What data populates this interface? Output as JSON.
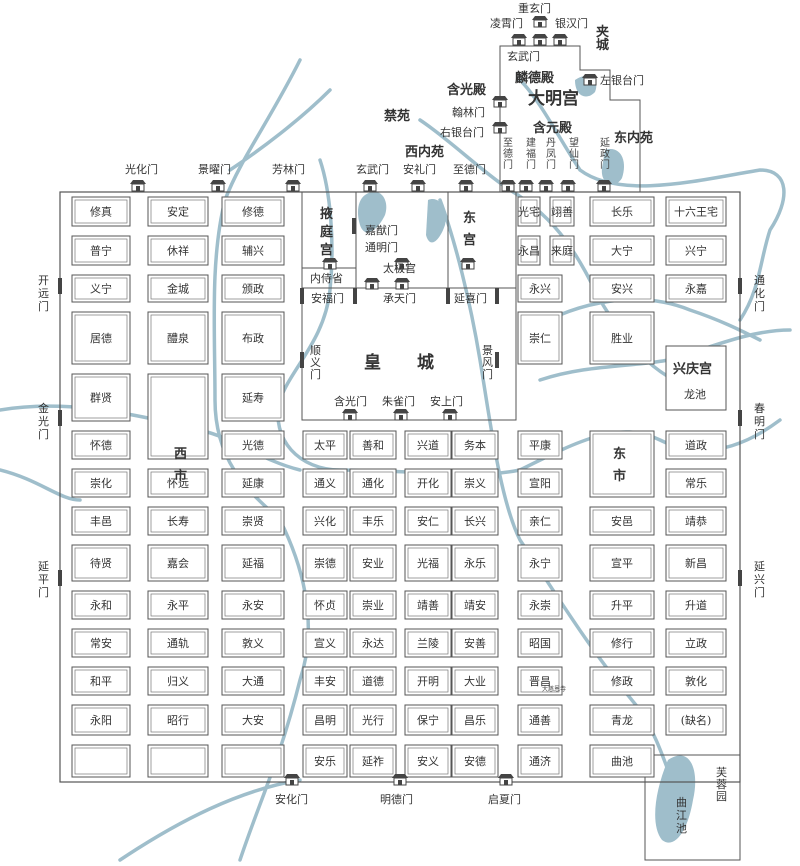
{
  "colors": {
    "water": "#9fbecb",
    "line": "#555555",
    "gate": "#444444"
  },
  "outer_gates": {
    "north": [
      "光化门",
      "景曜门",
      "芳林门",
      "玄武门",
      "安礼门",
      "至德门"
    ],
    "west": [
      "开远门",
      "金光门",
      "延平门"
    ],
    "east": [
      "通化门",
      "春明门",
      "延兴门"
    ],
    "south": [
      "安化门",
      "明德门",
      "启夏门"
    ]
  },
  "daming": {
    "title": "大明宫",
    "gates": [
      "重玄门",
      "凌霄门",
      "银汉门",
      "玄武门",
      "左银台门",
      "右银台门",
      "建福门",
      "丹凤门",
      "望仙门",
      "延政门"
    ],
    "halls": [
      "麟德殿",
      "含光殿",
      "翰林门",
      "含元殿"
    ],
    "jiacheng": "夹城",
    "dongneiyuan": "东内苑"
  },
  "areas": {
    "jinyuan": "禁苑",
    "xineiyuan": "西内苑",
    "yeting": "掖庭宫",
    "neishisheng": "内侍省",
    "donggong": "东宫",
    "taiji": "太极宫",
    "jiayou": "嘉猷门",
    "tongming": "通明门",
    "chengtian": "承天门",
    "anfu": "安福门",
    "yanxi": "延喜门",
    "huangcheng": "皇城",
    "shunyi": "顺义门",
    "jingfeng": "景风门",
    "hanguang": "含光门",
    "zhuque": "朱雀门",
    "anshang": "安上门",
    "xingqing": "兴庆宫",
    "longchi": "龙池",
    "xishi": "西市",
    "dongshi": "东市",
    "furong": "芙蓉园",
    "qujiangchi": "曲江池",
    "dacien": "大慈恩寺"
  },
  "wards": {
    "col1": [
      "修真",
      "普宁",
      "义宁",
      "居德",
      "群贤",
      "怀德",
      "崇化",
      "丰邑",
      "待贤",
      "永和",
      "常安",
      "和平",
      "永阳"
    ],
    "col2": [
      "安定",
      "休祥",
      "金城",
      "醴泉",
      "怀远",
      "长寿",
      "嘉会",
      "永平",
      "通轨",
      "归义",
      "昭行"
    ],
    "col3": [
      "修德",
      "辅兴",
      "颁政",
      "布政",
      "延寿",
      "光德",
      "延康",
      "崇贤",
      "延福",
      "永安",
      "敦义",
      "大通",
      "大安"
    ],
    "col4": [
      "太平",
      "通义",
      "兴化",
      "崇德",
      "怀贞",
      "宣义",
      "丰安",
      "昌明",
      "安乐"
    ],
    "col5": [
      "善和",
      "通化",
      "丰乐",
      "安业",
      "崇业",
      "永达",
      "道德",
      "光行",
      "延祚"
    ],
    "col6": [
      "兴道",
      "开化",
      "安仁",
      "光福",
      "靖善",
      "兰陵",
      "开明",
      "保宁",
      "安义"
    ],
    "col7": [
      "务本",
      "崇义",
      "长兴",
      "永乐",
      "靖安",
      "安善",
      "大业",
      "昌乐",
      "安德"
    ],
    "col8": [
      "光宅",
      "永昌",
      "永兴",
      "崇仁",
      "平康",
      "宣阳",
      "亲仁",
      "永宁",
      "永崇",
      "昭国",
      "晋昌",
      "通善",
      "通济"
    ],
    "col8b": [
      "翊善",
      "来庭"
    ],
    "col9": [
      "长乐",
      "大宁",
      "安兴",
      "胜业",
      "安邑",
      "宣平",
      "升平",
      "修行",
      "修政",
      "青龙",
      "曲池"
    ],
    "col10": [
      "十六王宅",
      "兴宁",
      "永嘉",
      "道政",
      "常乐",
      "靖恭",
      "新昌",
      "升道",
      "立政",
      "敦化",
      "(缺名)"
    ]
  }
}
